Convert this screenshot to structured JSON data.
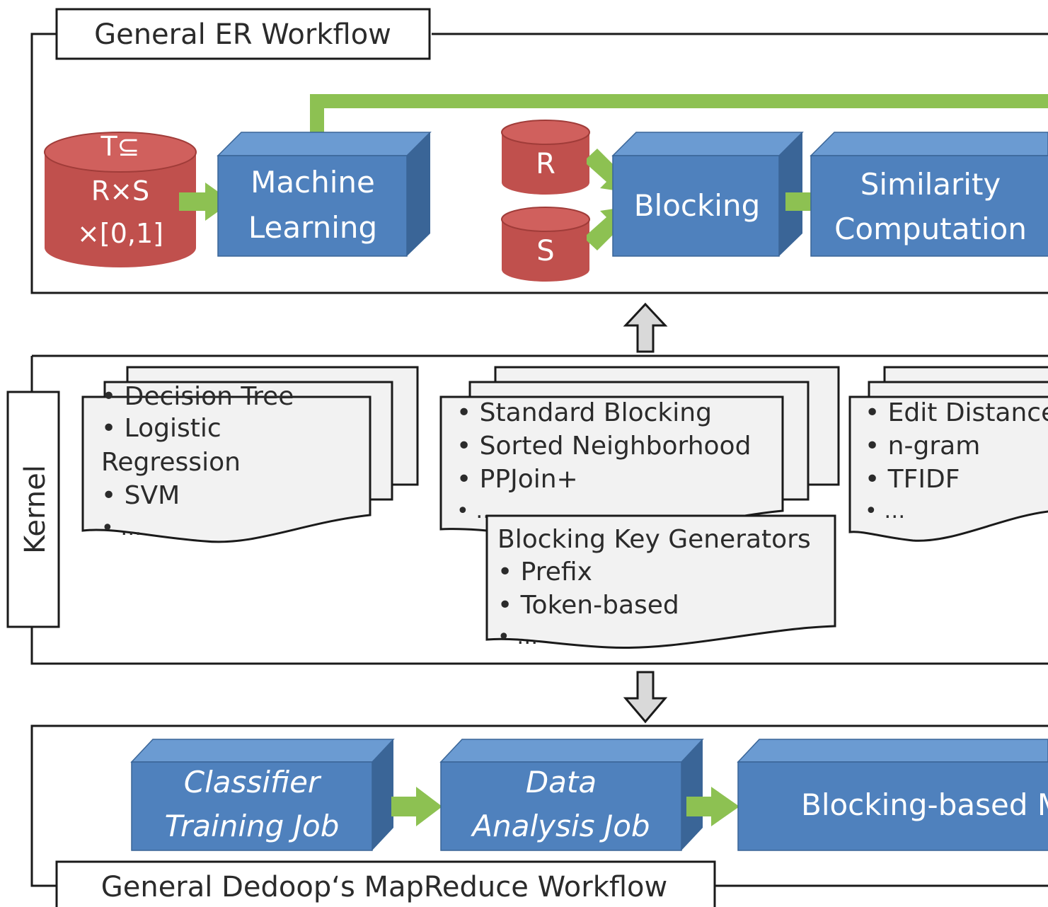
{
  "workflow": {
    "title": "General ER Workflow",
    "training_db": {
      "lines": [
        "T⊆",
        "R×S",
        "×[0,1]"
      ]
    },
    "ml_box": {
      "lines": [
        "Machine",
        "Learning"
      ]
    },
    "db_r": "R",
    "db_s": "S",
    "blocking_box": "Blocking",
    "similarity_box": {
      "lines": [
        "Similarity",
        "Computation"
      ]
    }
  },
  "kernel": {
    "label": "Kernel",
    "classifiers": [
      "• Decision Tree",
      "• Logistic",
      "Regression",
      "• SVM",
      "• …"
    ],
    "blocking_methods": [
      "• Standard Blocking",
      "• Sorted Neighborhood",
      "• PPJoin+",
      "• …"
    ],
    "key_generators": [
      "Blocking Key Generators",
      "• Prefix",
      "• Token-based",
      "• …"
    ],
    "similarity_functions": [
      "• Edit Distance",
      "• n-gram",
      "• TFIDF",
      "• …"
    ]
  },
  "mapreduce": {
    "title": "General Dedoop‘s MapReduce Workflow",
    "classifier_job": {
      "lines": [
        "Classifier",
        "Training Job"
      ]
    },
    "analysis_job": {
      "lines": [
        "Data",
        "Analysis Job"
      ]
    },
    "blocking_job": "Blocking-based M"
  },
  "colors": {
    "box_front": "#4f81bd",
    "box_top": "#6b9bd2",
    "box_side": "#3a6597",
    "db_red": "#c0504d",
    "db_red_top": "#d0605d",
    "arrow_green": "#8dc152",
    "frame": "#1a1a1a"
  }
}
